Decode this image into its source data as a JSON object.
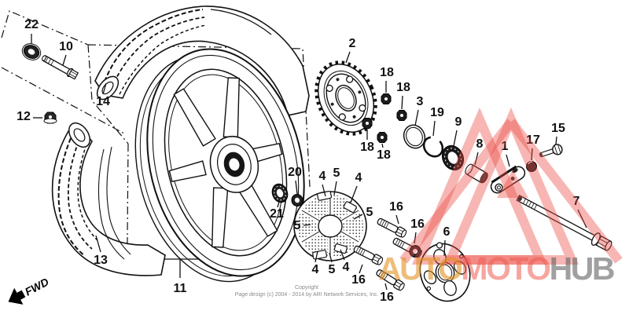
{
  "diagram": {
    "callouts": [
      {
        "text": "22"
      },
      {
        "text": "10"
      },
      {
        "text": "12"
      },
      {
        "text": "14"
      },
      {
        "text": "13"
      },
      {
        "text": "11"
      },
      {
        "text": "2"
      },
      {
        "text": "18"
      },
      {
        "text": "18"
      },
      {
        "text": "18"
      },
      {
        "text": "18"
      },
      {
        "text": "3"
      },
      {
        "text": "19"
      },
      {
        "text": "9"
      },
      {
        "text": "8"
      },
      {
        "text": "1"
      },
      {
        "text": "17"
      },
      {
        "text": "15"
      },
      {
        "text": "7"
      },
      {
        "text": "20"
      },
      {
        "text": "21"
      },
      {
        "text": "4"
      },
      {
        "text": "5"
      },
      {
        "text": "4"
      },
      {
        "text": "5"
      },
      {
        "text": "5"
      },
      {
        "text": "4"
      },
      {
        "text": "5"
      },
      {
        "text": "4"
      },
      {
        "text": "16"
      },
      {
        "text": "16"
      },
      {
        "text": "16"
      },
      {
        "text": "16"
      },
      {
        "text": "6"
      }
    ],
    "fwd_label": "FWD",
    "copyright_line1": "Copyright",
    "copyright_line2": "Page design (c) 2004 - 2014 by ARI Network Services, Inc."
  },
  "watermark": {
    "text_auto": "AUTO",
    "text_moto": "MOTO",
    "text_hub": "HUB",
    "color_auto": "#e49428",
    "color_moto": "#ee5c52",
    "color_hub": "#606060",
    "triangle_color": "#ec4840"
  }
}
